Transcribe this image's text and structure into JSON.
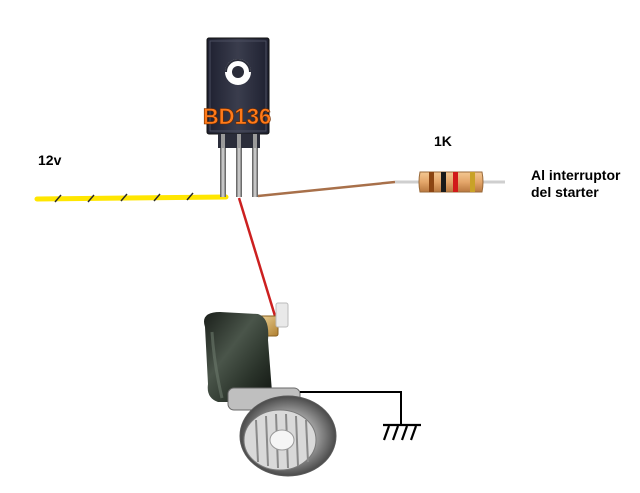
{
  "labels": {
    "supply_voltage": "12v",
    "resistor_value": "1K",
    "destination_line1": "Al interruptor",
    "destination_line2": "del starter"
  },
  "transistor": {
    "part_number": "BD136",
    "body_color": "#2b2d3a",
    "text_color": "#ff7a1a"
  },
  "wires": {
    "supply_color": "#ffe600",
    "resistor_wire_color": "#a8704a",
    "bulb_wire_color": "#cc2020",
    "ground_wire_color": "#000000"
  },
  "resistor": {
    "body_color": "#e4a66a",
    "bands": [
      "#8b4513",
      "#1a1a1a",
      "#d11a1a",
      "#c9a227"
    ]
  },
  "icons": [
    "ground-icon",
    "bulb-socket-icon"
  ]
}
